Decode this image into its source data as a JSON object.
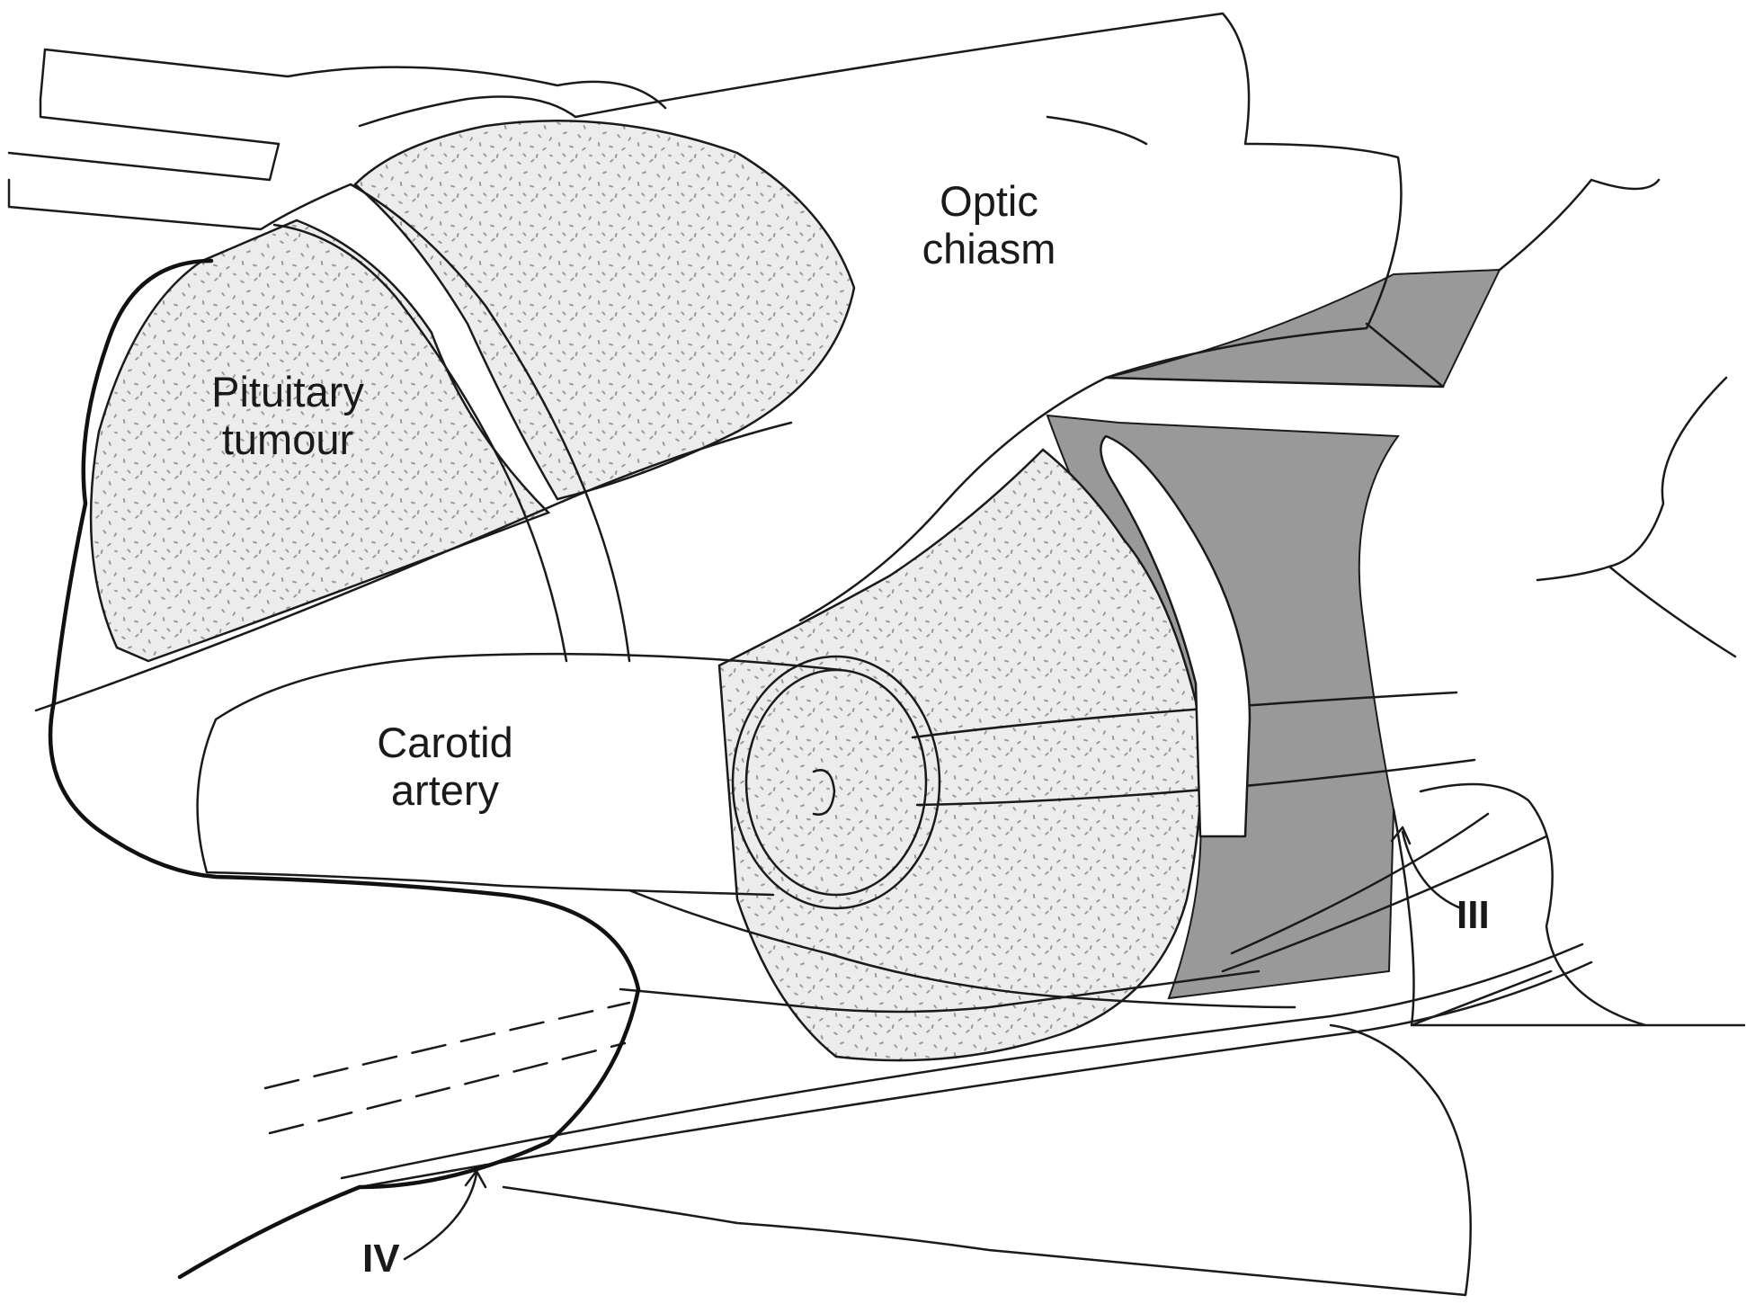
{
  "labels": {
    "optic_chiasm": "Optic\nchiasm",
    "pituitary_tumour": "Pituitary\ntumour",
    "carotid_artery": "Carotid\nartery",
    "nerve_iii": "III",
    "nerve_iv": "IV"
  },
  "colors": {
    "outline": "#1a1a1a",
    "tumour_fill": "#ececec",
    "tumour_speckle": "#9a9a9a",
    "shaded_region": "#999999",
    "background": "#ffffff"
  }
}
